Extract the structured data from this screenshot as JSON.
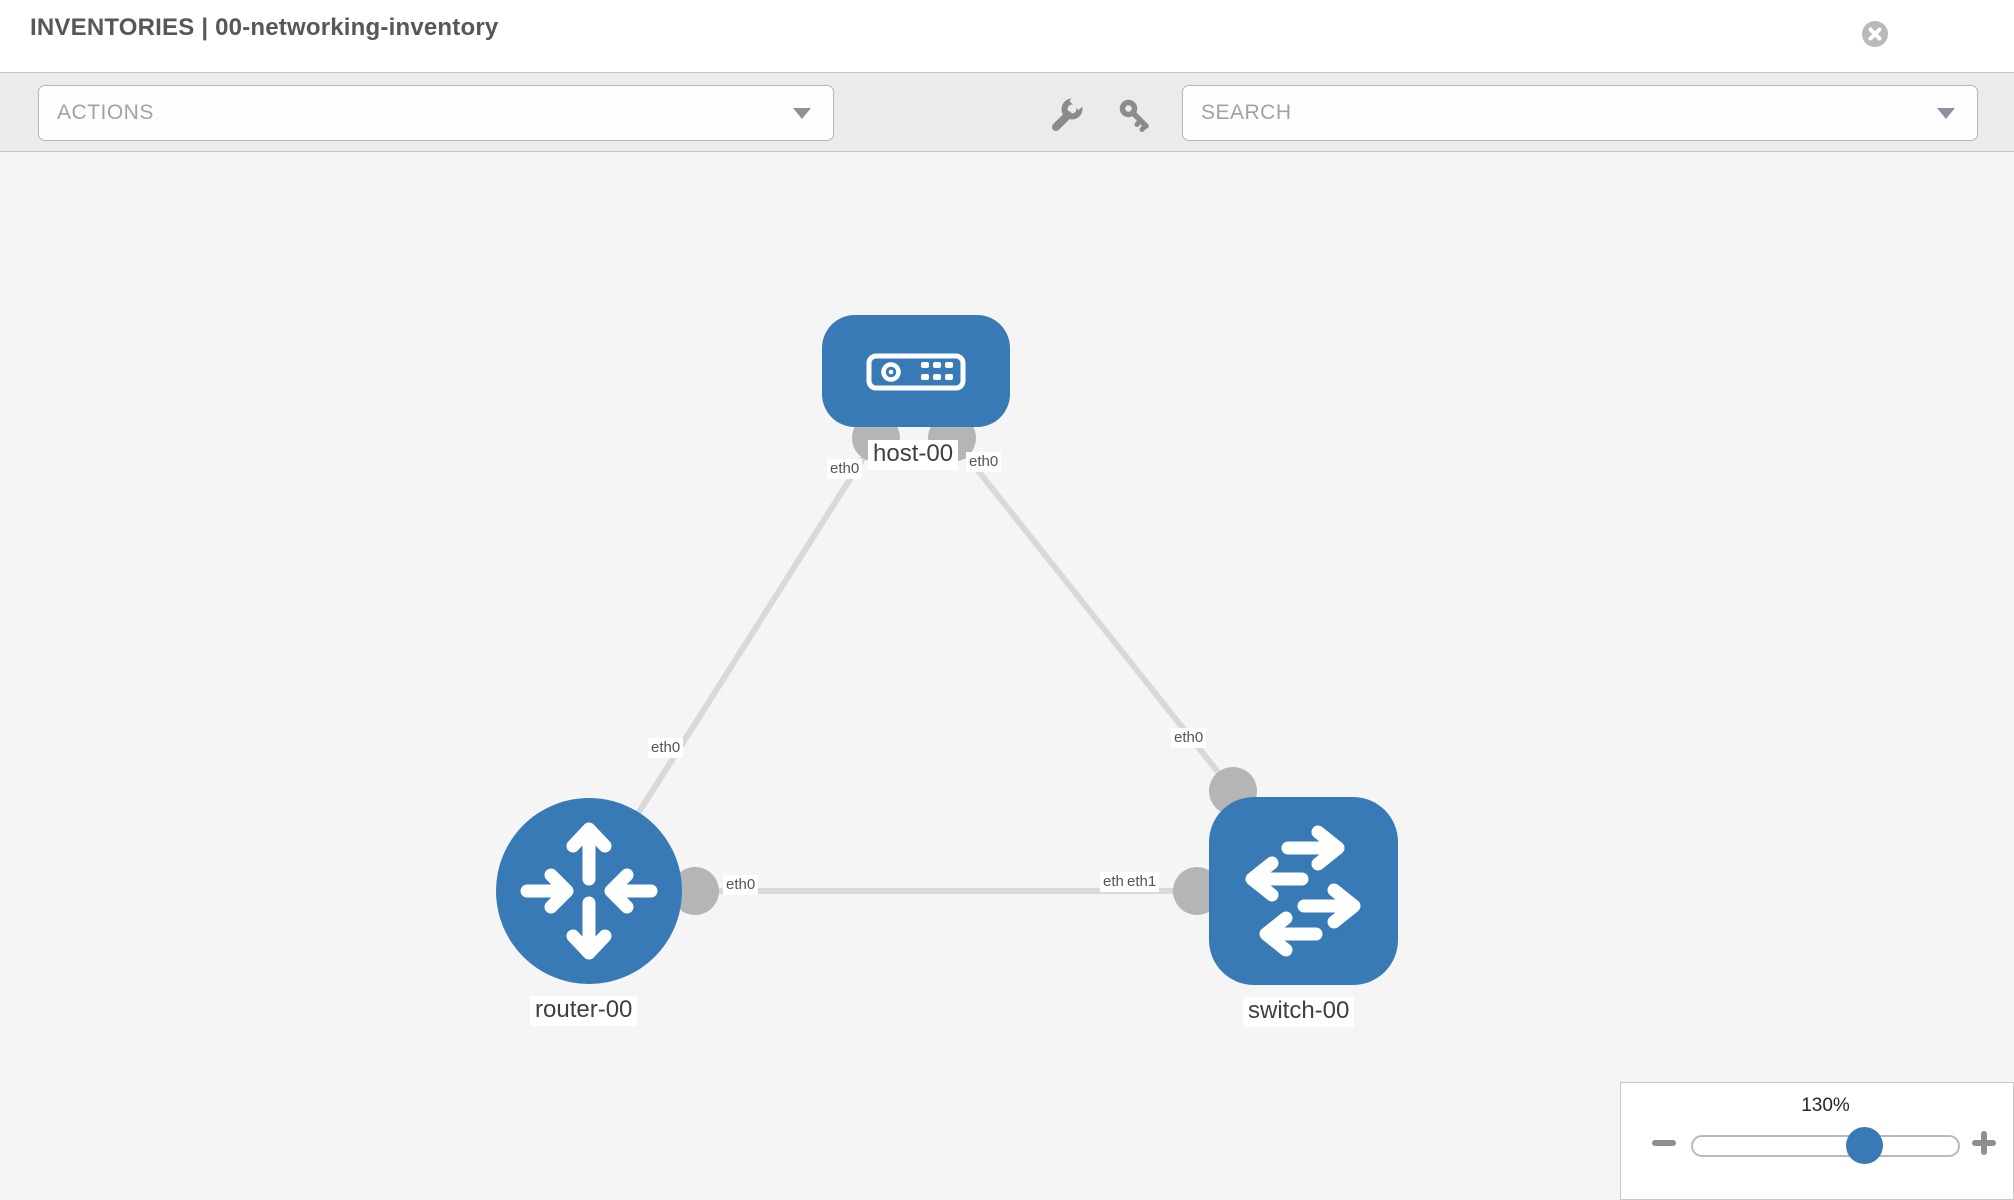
{
  "window": {
    "title": "INVENTORIES | 00-networking-inventory"
  },
  "toolbar": {
    "actions_label": "ACTIONS",
    "search_label": "SEARCH",
    "tools": [
      {
        "icon": "wrench"
      },
      {
        "icon": "key"
      }
    ]
  },
  "graph": {
    "colors": {
      "node": "#377ab6",
      "link": "#d9d9d9",
      "endpoint": "#b5b5b5",
      "canvas_bg": "#f5f5f6"
    },
    "nodes": [
      {
        "id": "host-00",
        "label": "host-00",
        "type": "host",
        "icon": "host-device-icon"
      },
      {
        "id": "router-00",
        "label": "router-00",
        "type": "router",
        "icon": "router-arrows-icon"
      },
      {
        "id": "switch-00",
        "label": "switch-00",
        "type": "switch",
        "icon": "switch-arrows-icon"
      }
    ],
    "links": [
      {
        "source": "host-00",
        "target": "router-00",
        "source_label": "eth0",
        "target_label": "eth0"
      },
      {
        "source": "host-00",
        "target": "switch-00",
        "source_label": "eth0",
        "target_label": "eth0"
      },
      {
        "source": "router-00",
        "target": "switch-00",
        "source_label": "eth0",
        "target_label": "eth1",
        "occluded_label": "eth0"
      }
    ]
  },
  "zoom_control": {
    "level": "130%"
  }
}
